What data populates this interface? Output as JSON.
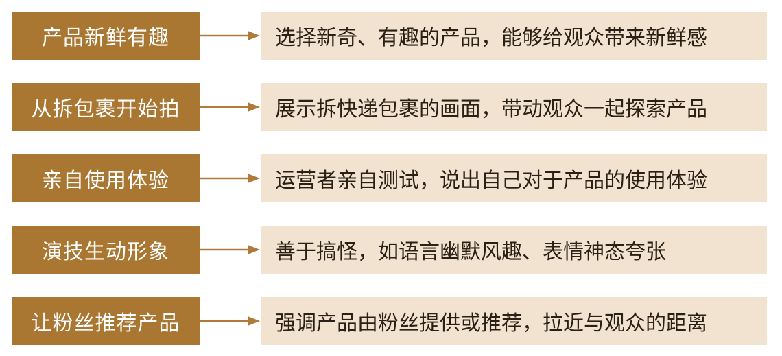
{
  "colors": {
    "label_bg": "#a97732",
    "desc_bg": "#f1e3cf",
    "arrow": "#b07a3a"
  },
  "rows": [
    {
      "label": "产品新鲜有趣",
      "description": "选择新奇、有趣的产品，能够给观众带来新鲜感"
    },
    {
      "label": "从拆包裹开始拍",
      "description": "展示拆快递包裹的画面，带动观众一起探索产品"
    },
    {
      "label": "亲自使用体验",
      "description": "运营者亲自测试，说出自己对于产品的使用体验"
    },
    {
      "label": "演技生动形象",
      "description": "善于搞怪，如语言幽默风趣、表情神态夸张"
    },
    {
      "label": "让粉丝推荐产品",
      "description": "强调产品由粉丝提供或推荐，拉近与观众的距离"
    }
  ]
}
